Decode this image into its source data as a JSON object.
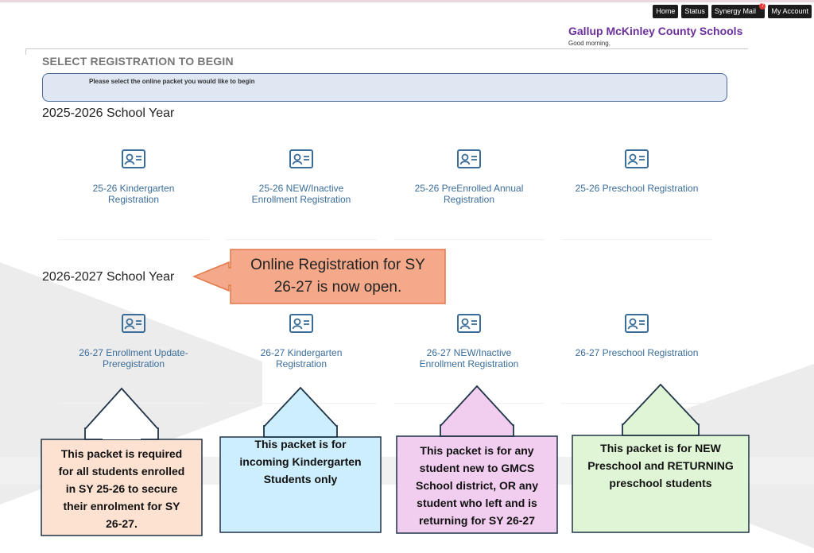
{
  "nav": {
    "home": "Home",
    "status": "Status",
    "synergy_mail": "Synergy Mail",
    "mail_badge": "7",
    "my_account": "My Account"
  },
  "header": {
    "school_name": "Gallup McKinley County Schools",
    "greeting": "Good morning,"
  },
  "main": {
    "section_title": "SELECT REGISTRATION TO BEGIN",
    "instruction": "Please select the online packet you would like to begin",
    "years": [
      {
        "heading": "2025-2026 School Year",
        "packets": [
          {
            "line1": "25-26 Kindergarten",
            "line2": "Registration"
          },
          {
            "line1": "25-26 NEW/Inactive",
            "line2": "Enrollment Registration"
          },
          {
            "line1": "25-26 PreEnrolled Annual",
            "line2": "Registration"
          },
          {
            "line1": "25-26 Preschool Registration",
            "line2": ""
          }
        ]
      },
      {
        "heading": "2026-2027 School Year",
        "packets": [
          {
            "line1": "26-27 Enrollment Update-",
            "line2": "Preregistration"
          },
          {
            "line1": "26-27 Kindergarten",
            "line2": "Registration"
          },
          {
            "line1": "26-27 NEW/Inactive",
            "line2": "Enrollment Registration"
          },
          {
            "line1": "26-27 Preschool Registration",
            "line2": ""
          }
        ]
      }
    ]
  },
  "callout": {
    "line1": "Online Registration for SY",
    "line2": "26-27 is now open.",
    "fill": "#f4a98a",
    "border": "#e0784a"
  },
  "notes": [
    {
      "lines": [
        "This packet is required",
        "for all students enrolled",
        "in SY 25-26 to secure",
        "their enrolment for SY",
        "26-27."
      ],
      "fill": "#fde2d2"
    },
    {
      "lines": [
        "This packet is for",
        "incoming Kindergarten",
        "Students only"
      ],
      "fill": "#cdeefc"
    },
    {
      "lines": [
        "This packet is for any",
        "student new to GMCS",
        "School district, OR any",
        "student who left and is",
        "returning for SY 26-27"
      ],
      "fill": "#f1cdf0"
    },
    {
      "lines": [
        "This packet is for NEW",
        "Preschool and RETURNING",
        "preschool students"
      ],
      "fill": "#dff5d5"
    }
  ],
  "colors": {
    "brand": "#6b2f9c",
    "link": "#3a6d9a",
    "icon": "#3a6d9a",
    "arrow_outline": "#1f3347"
  }
}
